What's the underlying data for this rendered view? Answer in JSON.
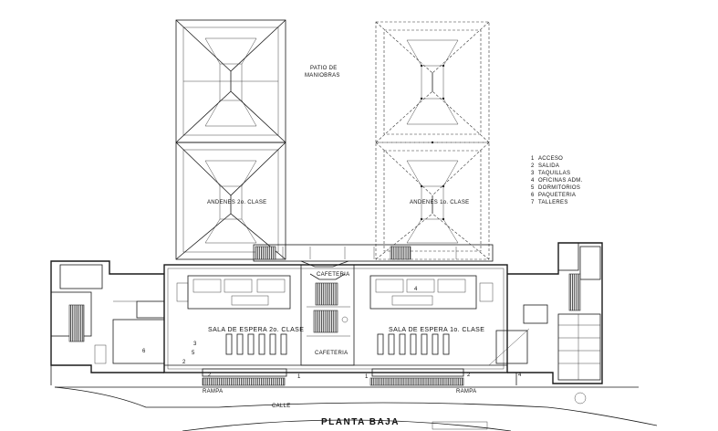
{
  "labels": {
    "patio": "PATIO DE",
    "patio2": "MANIOBRAS",
    "andenes2": "ANDENES 2o. CLASE",
    "andenes1": "ANDENES 1o. CLASE",
    "cafeteria_top": "CAFETERIA",
    "cafeteria_bottom": "CAFETERIA",
    "sala2": "SALA DE ESPERA 2o. CLASE",
    "sala1": "SALA DE ESPERA 1o. CLASE",
    "rampa_left": "RAMPA",
    "rampa_right": "RAMPA",
    "calle": "CALLE",
    "title": "PLANTA BAJA",
    "num_1a": "1",
    "num_1b": "1",
    "num_2a": "2",
    "num_2b": "2",
    "num_2c": "2",
    "num_3": "3",
    "num_4a": "4",
    "num_4b": "4",
    "num_5": "5",
    "num_6": "6"
  },
  "legend": [
    {
      "num": "1",
      "text": "ACCESO"
    },
    {
      "num": "2",
      "text": "SALIDA"
    },
    {
      "num": "3",
      "text": "TAQUILLAS"
    },
    {
      "num": "4",
      "text": "OFICINAS ADM."
    },
    {
      "num": "5",
      "text": "DORMITORIOS"
    },
    {
      "num": "6",
      "text": "PAQUETERIA"
    },
    {
      "num": "7",
      "text": "TALLERES"
    }
  ]
}
